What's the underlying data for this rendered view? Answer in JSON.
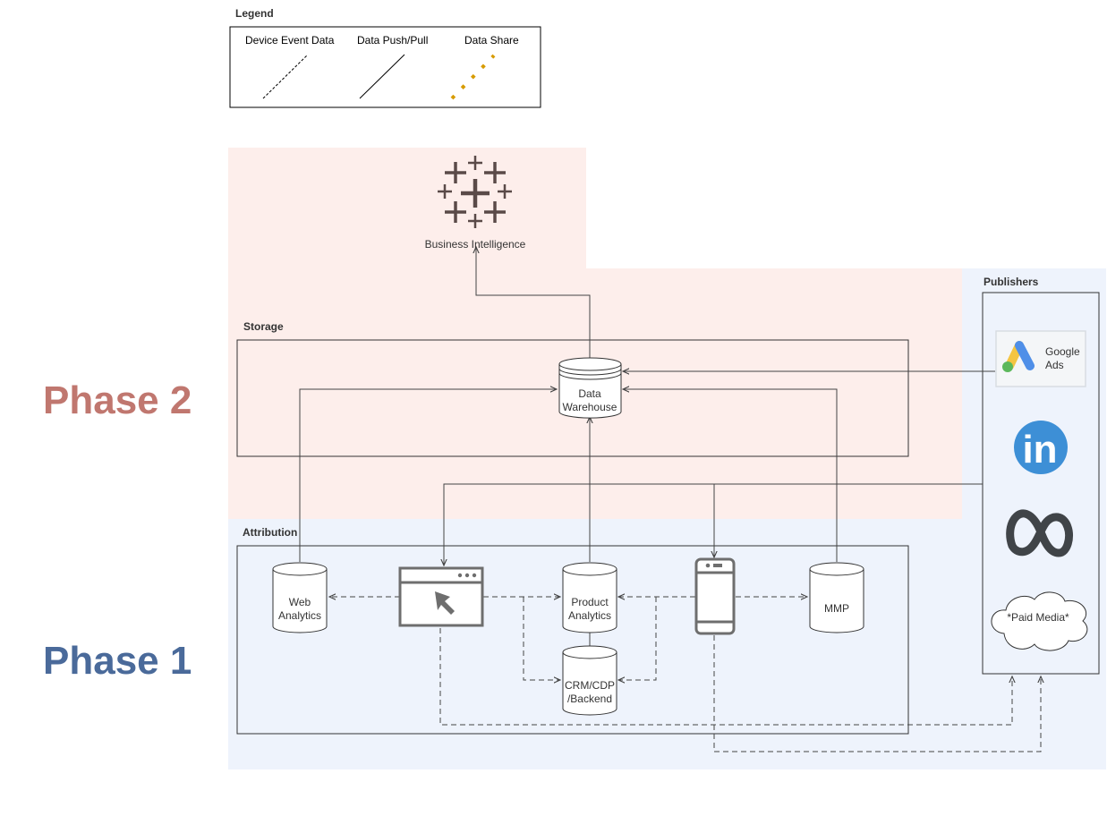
{
  "legend": {
    "title": "Legend",
    "items": [
      {
        "label": "Device Event Data",
        "style": "dashed-thin"
      },
      {
        "label": "Data Push/Pull",
        "style": "solid"
      },
      {
        "label": "Data Share",
        "style": "dotted-orange"
      }
    ]
  },
  "phases": {
    "phase2": {
      "label": "Phase 2",
      "color": "#c0776f"
    },
    "phase1": {
      "label": "Phase 1",
      "color": "#4a6a9a"
    }
  },
  "zones": {
    "storage": {
      "title": "Storage"
    },
    "attribution": {
      "title": "Attribution"
    },
    "publishers": {
      "title": "Publishers"
    }
  },
  "nodes": {
    "bi": {
      "label": "Business Intelligence",
      "icon": "tableau-icon"
    },
    "data_warehouse": {
      "line1": "Data",
      "line2": "Warehouse"
    },
    "web_analytics": {
      "line1": "Web",
      "line2": "Analytics"
    },
    "product_analytics": {
      "line1": "Product",
      "line2": "Analytics"
    },
    "crm": {
      "line1": "CRM/CDP",
      "line2": "/Backend"
    },
    "mmp": {
      "label": "MMP"
    },
    "web_browser": {
      "icon": "browser-cursor-icon"
    },
    "mobile": {
      "icon": "mobile-phone-icon"
    }
  },
  "publishers": {
    "google_ads": {
      "line1": "Google",
      "line2": "Ads",
      "icon": "google-ads-icon"
    },
    "linkedin": {
      "label": "in",
      "icon": "linkedin-icon"
    },
    "meta": {
      "icon": "meta-icon"
    },
    "paid_media": {
      "label": "*Paid Media*"
    }
  },
  "colors": {
    "phase2_bg": "#fdeeeb",
    "phase1_bg": "#eef3fc",
    "line": "#444444",
    "data_share": "#d79b00",
    "linkedin": "#3d8fd6"
  }
}
